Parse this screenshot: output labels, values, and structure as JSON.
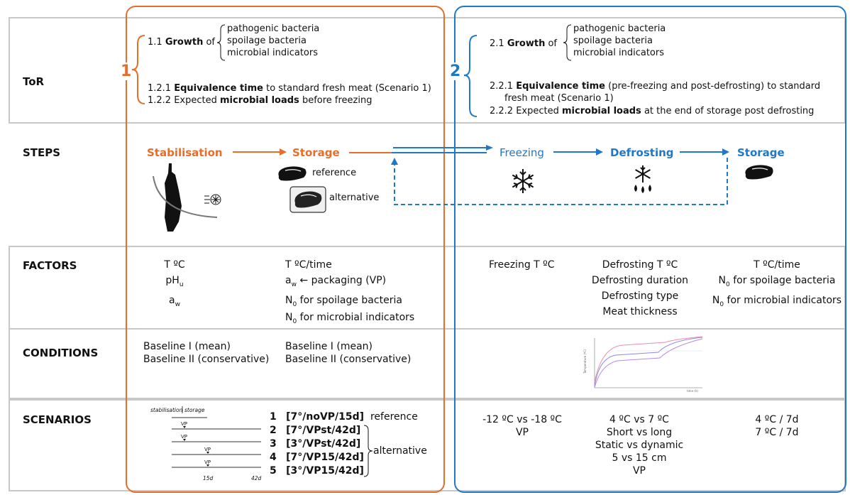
{
  "rows": {
    "tor": "ToR",
    "steps": "STEPS",
    "factors": "FACTORS",
    "conditions": "CONDITIONS",
    "scenarios": "SCENARIOS"
  },
  "colors": {
    "orange": "#e66d2a",
    "blue": "#1f78c8",
    "row_border": "#c8c8c8"
  },
  "panel1": {
    "number": "1",
    "tor": {
      "growth_prefix": "1.1",
      "growth_bold": "Growth",
      "growth_suffix": "of",
      "growth_items": [
        "pathogenic bacteria",
        "spoilage bacteria",
        "microbial indicators"
      ],
      "eq_prefix": "1.2.1",
      "eq_bold": "Equivalence time",
      "eq_suffix": "to standard fresh meat (Scenario 1)",
      "load_prefix": "1.2.2 Expected",
      "load_bold": "microbial loads",
      "load_suffix": "before freezing"
    },
    "steps": {
      "stabilisation": "Stabilisation",
      "storage": "Storage",
      "reference": "reference",
      "alternative": "alternative"
    },
    "factors": {
      "col1": [
        "T ºC",
        "pH",
        "a"
      ],
      "col1_subs": [
        "",
        "u",
        "w"
      ],
      "col2_line1": "T ºC/time",
      "col2_aw": "a",
      "col2_aw_sub": "w",
      "col2_aw_rest": " ← packaging (VP)",
      "col2_n0": "N",
      "col2_n0_sub": "0",
      "col2_n0_spoil": " for spoilage bacteria",
      "col2_n0_micro": " for microbial indicators"
    },
    "conditions": {
      "col1": [
        "Baseline I (mean)",
        "Baseline II (conservative)"
      ],
      "col2": [
        "Baseline I (mean)",
        "Baseline II (conservative)"
      ]
    },
    "scenarios": {
      "axis_left": "stabilisation",
      "axis_right": "storage",
      "vp": "VP",
      "tick_15": "15d",
      "tick_42": "42d",
      "numbers": [
        "1",
        "2",
        "3",
        "4",
        "5"
      ],
      "codes": [
        "[7°/noVP/15d]",
        "[7°/VPst/42d]",
        "[3°/VPst/42d]",
        "[7°/VP15/42d]",
        "[3°/VP15/42d]"
      ],
      "reference": "reference",
      "alternative": "alternative"
    }
  },
  "panel2": {
    "number": "2",
    "tor": {
      "growth_prefix": "2.1",
      "growth_bold": "Growth",
      "growth_suffix": "of",
      "growth_items": [
        "pathogenic bacteria",
        "spoilage bacteria",
        "microbial indicators"
      ],
      "eq_prefix": "2.2.1",
      "eq_bold": "Equivalence time",
      "eq_suffix": "(pre-freezing and post-defrosting) to standard",
      "eq_line2": "fresh meat (Scenario 1)",
      "load_prefix": "2.2.2 Expected",
      "load_bold": "microbial loads",
      "load_suffix": "at the end of storage post defrosting"
    },
    "steps": {
      "freezing": "Freezing",
      "defrosting": "Defrosting",
      "storage": "Storage"
    },
    "factors": {
      "col1": "Freezing T ºC",
      "col2": [
        "Defrosting T ºC",
        "Defrosting duration",
        "Defrosting type",
        "Meat thickness"
      ],
      "col3_line1": "T ºC/time",
      "col3_n0": "N",
      "col3_n0_sub": "0",
      "col3_spoil": " for spoilage bacteria",
      "col3_micro": " for microbial indicators"
    },
    "conditions": {
      "chart_ylabel": "Temperature (ºC)",
      "chart_xlabel": "time (h)"
    },
    "scenarios": {
      "col1": [
        "-12 ºC vs -18 ºC",
        "VP"
      ],
      "col2": [
        "4 ºC vs 7 ºC",
        "Short vs long",
        "Static vs dynamic",
        "5 vs 15 cm",
        "VP"
      ],
      "col3": [
        "4 ºC / 7d",
        "7 ºC / 7d"
      ]
    }
  }
}
